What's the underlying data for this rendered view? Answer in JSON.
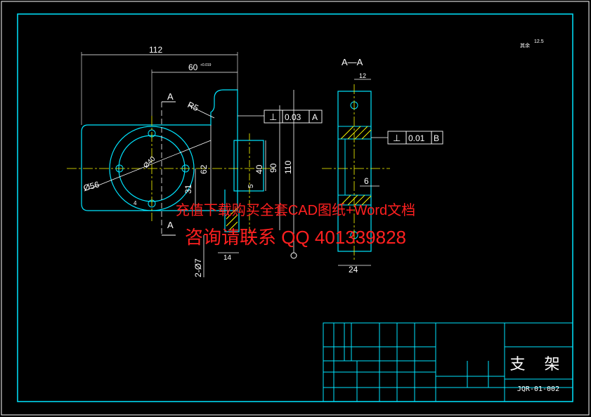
{
  "drawing": {
    "colors": {
      "background": "#000000",
      "outline": "#00e5ff",
      "dimension": "#ffffff",
      "centerline": "#ffff00",
      "watermark": "#ff2020",
      "hatch": "#ffff00"
    },
    "dimensions": {
      "overall_width": "112",
      "bore_offset": "60",
      "bore_offset_tol": "+0.019",
      "radius": "R5",
      "pcd": "Ø56",
      "bolt_holes": "2-Ø7",
      "bore_dia": "Ø40",
      "dim_62": "62",
      "dim_31": "31",
      "dim_40": "40",
      "dim_90": "90",
      "dim_110": "110",
      "dim_14": "14",
      "dim_5": "5",
      "side_width": "24",
      "side_top": "12",
      "side_6": "6",
      "chamfer": "4"
    },
    "section_labels": {
      "a_top": "A",
      "a_bottom": "A",
      "section_view": "A—A"
    },
    "tolerance_frames": [
      {
        "symbol": "⊥",
        "value": "0.03",
        "datum": "A"
      },
      {
        "symbol": "⊥",
        "value": "0.01",
        "datum": "B"
      }
    ],
    "surface_finish": {
      "label": "其余",
      "value": "12.5"
    }
  },
  "title_block": {
    "part_name": "支 架",
    "drawing_code": "JQR-01-002"
  },
  "watermark": {
    "line1": "充值下载购买全套CAD图纸+Word文档",
    "line2": "咨询请联系 QQ 401339828"
  }
}
